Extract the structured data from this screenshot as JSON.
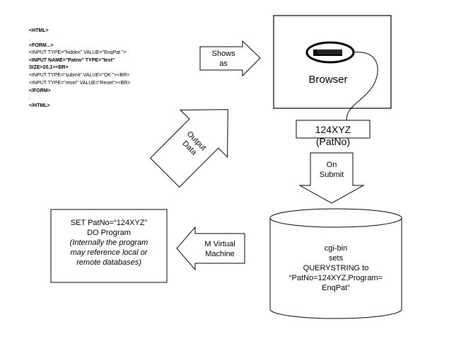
{
  "code_block": {
    "lines": [
      {
        "text": "<HTML>",
        "bold": true
      },
      {
        "text": ".",
        "bold": false
      },
      {
        "text": "<FORM...>",
        "bold": true
      },
      {
        "text": "<INPUT TYPE=\"hidden\" VALUE=\"EnqPat \">",
        "bold": false
      },
      {
        "text": "<INPUT NAME=\"Patno\" TYPE=\"text\"",
        "bold": true
      },
      {
        "text": "SIZE=20,1><BR>",
        "bold": true
      },
      {
        "text": "<INPUT TYPE=\"submit\" VALUE=\"OK \"><BR>",
        "bold": false
      },
      {
        "text": "<INPUT TYPE=\"reset\" VALUE=\"Reset\"><BR>",
        "bold": false
      },
      {
        "text": "</FORM>",
        "bold": true
      },
      {
        "text": ".",
        "bold": false
      },
      {
        "text": "</HTML>",
        "bold": true
      }
    ]
  },
  "arrows": {
    "shows_as": [
      "Shows",
      "as"
    ],
    "output_data": [
      "Output",
      "Data"
    ],
    "on_submit": [
      "On",
      "Submit"
    ],
    "m_virtual_machine": [
      "M Virtual",
      "Machine"
    ]
  },
  "browser": {
    "label": "Browser"
  },
  "patno_box": {
    "value": "124XYZ",
    "caption": "(PatNo)"
  },
  "cgi_cylinder": {
    "lines": [
      "cgi-bin",
      "sets",
      "QUERYSTRING to",
      "“PatNo=124XYZ,Program=",
      "EnqPat”"
    ]
  },
  "program_box": {
    "lines": [
      "SET PatNo=“124XYZ”",
      "DO Program"
    ],
    "italic_lines": [
      "(Internally the program",
      "may reference local or",
      "remote databases)"
    ]
  },
  "colors": {
    "line": "#000000",
    "background": "#ffffff",
    "field_fill": "#000000"
  }
}
